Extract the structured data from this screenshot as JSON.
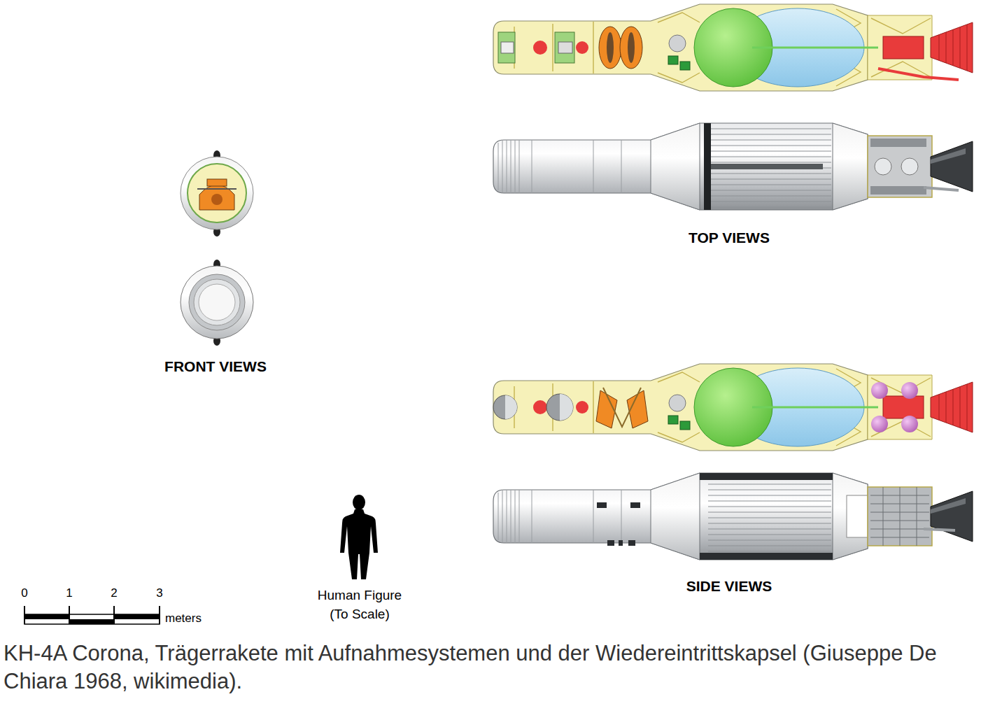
{
  "diagram": {
    "caption": "KH-4A Corona, Trägerrakete mit Aufnahmesystemen und der Wiedereintrittskapsel (Giuseppe De Chiara 1968, wikimedia).",
    "labels": [
      "TOP VIEWS",
      "FRONT VIEWS",
      "SIDE VIEWS",
      "0",
      "1",
      "2",
      "3",
      "meters",
      "Human Figure",
      "(To Scale)"
    ]
  }
}
